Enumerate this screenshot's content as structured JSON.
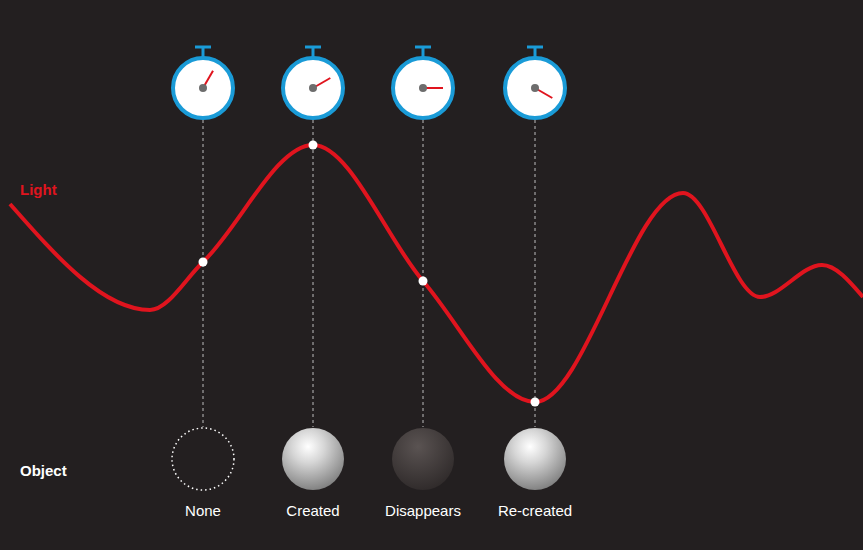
{
  "diagram": {
    "nodes": [
      {
        "text": [
          "None"
        ]
      },
      {
        "text": [
          "Created"
        ]
      },
      {
        "text": [
          "Disappears"
        ]
      },
      {
        "text": [
          "Re-created"
        ]
      }
    ],
    "labels": [
      "Light",
      "Object"
    ]
  }
}
